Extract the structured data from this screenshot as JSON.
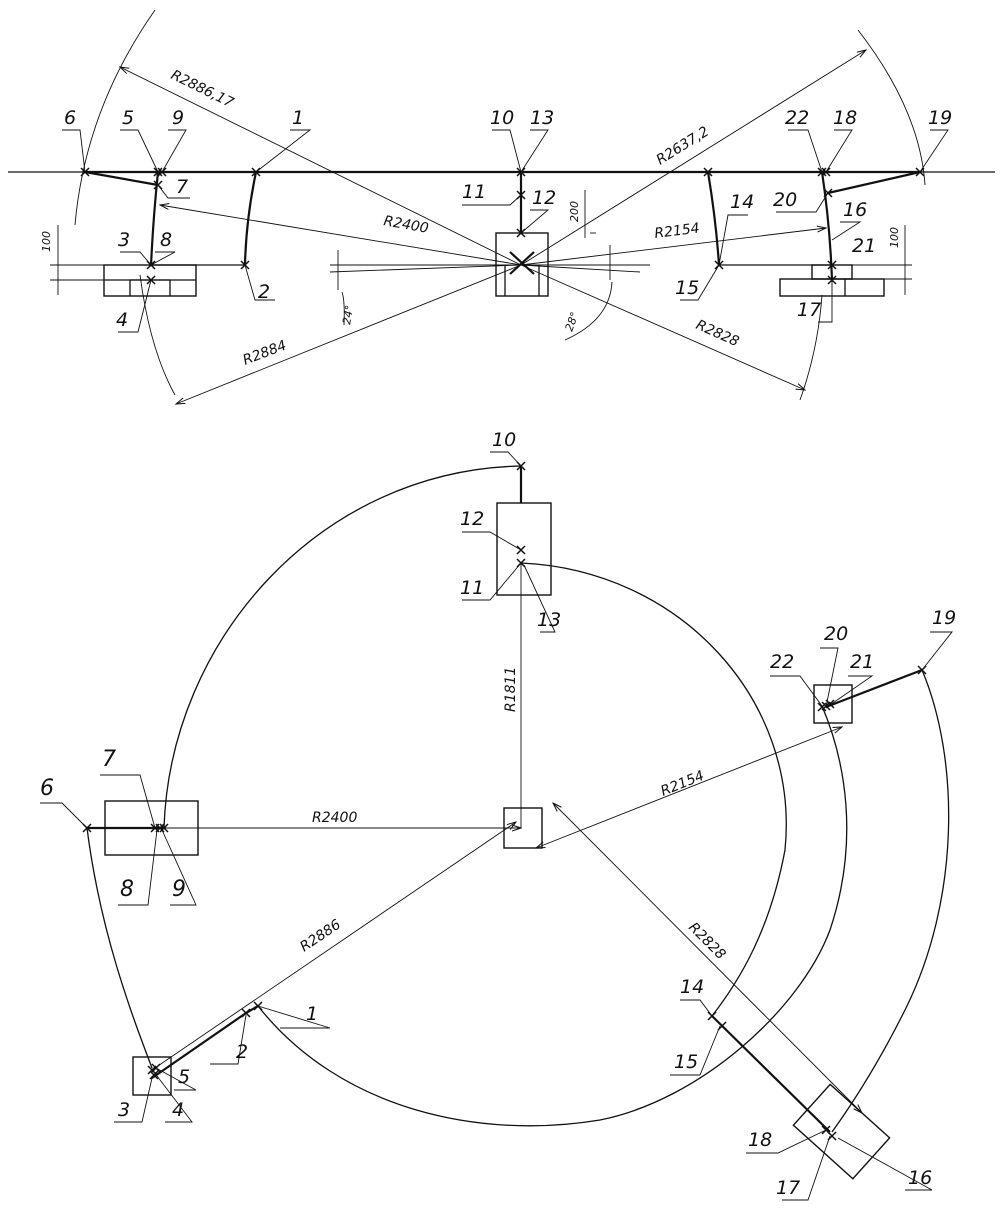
{
  "top_view": {
    "radii": {
      "r2886_17": "R2886,17",
      "r2637_2": "R2637,2",
      "r2400": "R2400",
      "r2154": "R2154",
      "r2884": "R2884",
      "r2828": "R2828"
    },
    "angles": {
      "left": "24°",
      "right": "28°"
    },
    "dims": {
      "h100_left": "100",
      "h200": "200",
      "h100_right": "100"
    },
    "points": {
      "p1": "1",
      "p2": "2",
      "p3": "3",
      "p4": "4",
      "p5": "5",
      "p6": "6",
      "p7": "7",
      "p8": "8",
      "p9": "9",
      "p10": "10",
      "p11": "11",
      "p12": "12",
      "p13": "13",
      "p14": "14",
      "p15": "15",
      "p16": "16",
      "p17": "17",
      "p18": "18",
      "p19": "19",
      "p20": "20",
      "p21": "21",
      "p22": "22"
    }
  },
  "plan_view": {
    "radii": {
      "r1811": "R1811",
      "r2400": "R2400",
      "r2154": "R2154",
      "r2886": "R2886",
      "r2828": "R2828"
    },
    "points": {
      "p1": "1",
      "p2": "2",
      "p3": "3",
      "p4": "4",
      "p5": "5",
      "p6": "6",
      "p7": "7",
      "p8": "8",
      "p9": "9",
      "p10": "10",
      "p11": "11",
      "p12": "12",
      "p13": "13",
      "p14": "14",
      "p15": "15",
      "p16": "16",
      "p17": "17",
      "p18": "18",
      "p19": "19",
      "p20": "20",
      "p21": "21",
      "p22": "22"
    }
  }
}
